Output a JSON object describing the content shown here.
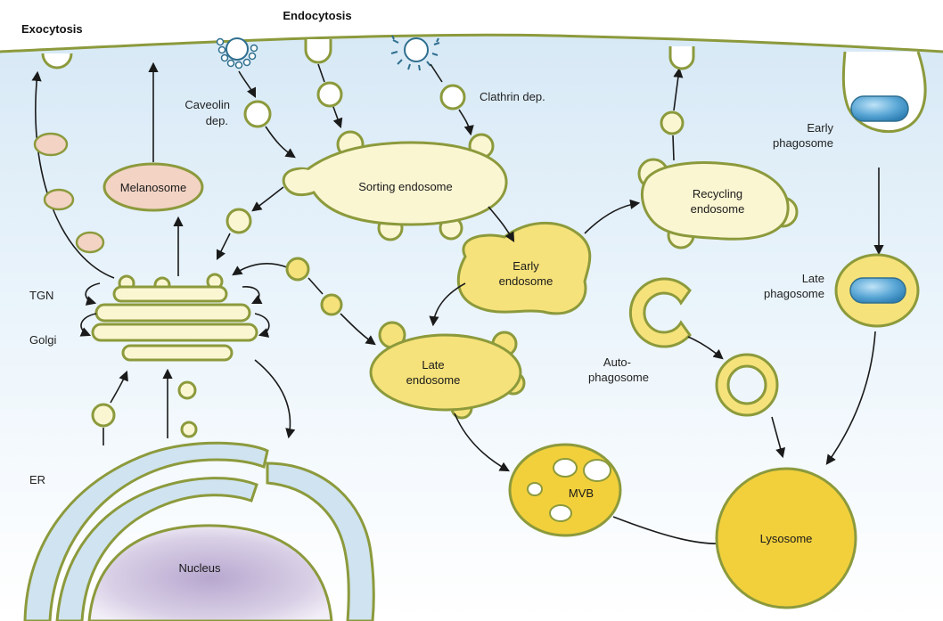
{
  "labels": {
    "exocytosis": "Exocytosis",
    "endocytosis": "Endocytosis",
    "caveolin_1": "Caveolin",
    "caveolin_2": "dep.",
    "clathrin": "Clathrin dep.",
    "early_phagosome_1": "Early",
    "early_phagosome_2": "phagosome",
    "melanosome": "Melanosome",
    "sorting_endosome": "Sorting endosome",
    "recycling_endosome_1": "Recycling",
    "recycling_endosome_2": "endosome",
    "early_endosome_1": "Early",
    "early_endosome_2": "endosome",
    "tgn": "TGN",
    "golgi": "Golgi",
    "late_phagosome_1": "Late",
    "late_phagosome_2": "phagosome",
    "late_endosome_1": "Late",
    "late_endosome_2": "endosome",
    "autophagosome_1": "Auto-",
    "autophagosome_2": "phagosome",
    "er": "ER",
    "mvb": "MVB",
    "nucleus": "Nucleus",
    "lysosome": "Lysosome"
  },
  "colors": {
    "cytoplasm_top": "#dcecf7",
    "cytoplasm_bottom": "#f7fbfe",
    "membrane_stroke": "#8c9a3c",
    "pale_fill": "#fbf6d2",
    "mid_fill": "#f6e27a",
    "deep_fill": "#f2d03c",
    "melanosome_fill": "#f3d3c4",
    "er_fill": "#cfe3f0",
    "nucleus_fill": "#cbbfdc",
    "phagocytosed_particle": "#4f9ccf",
    "coat": "#2f6f8f"
  }
}
